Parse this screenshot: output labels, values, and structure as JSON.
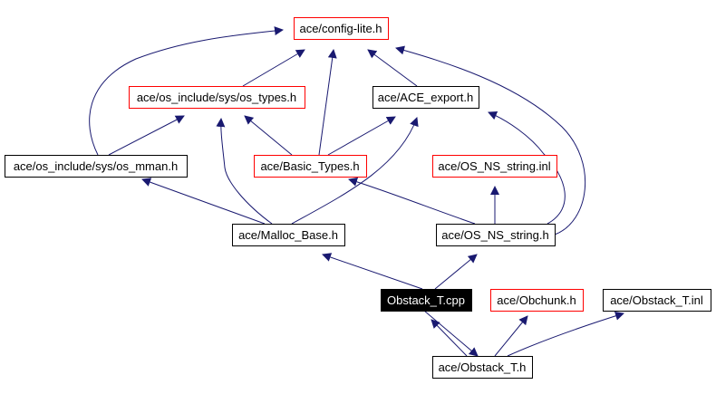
{
  "graph": {
    "colors": {
      "edge": "#191970",
      "node_border_default": "#000000",
      "node_border_unresolved": "#ff0000",
      "node_fill": "#ffffff",
      "root_fill": "#000000",
      "root_text": "#ffffff",
      "text": "#000000"
    },
    "nodes": [
      {
        "id": "config_lite",
        "label": "ace/config-lite.h",
        "style": "red"
      },
      {
        "id": "os_types",
        "label": "ace/os_include/sys/os_types.h",
        "style": "red"
      },
      {
        "id": "ace_export",
        "label": "ace/ACE_export.h",
        "style": "black"
      },
      {
        "id": "os_mman",
        "label": "ace/os_include/sys/os_mman.h",
        "style": "black"
      },
      {
        "id": "basic_types",
        "label": "ace/Basic_Types.h",
        "style": "red"
      },
      {
        "id": "os_ns_string_inl",
        "label": "ace/OS_NS_string.inl",
        "style": "red"
      },
      {
        "id": "malloc_base",
        "label": "ace/Malloc_Base.h",
        "style": "black"
      },
      {
        "id": "os_ns_string_h",
        "label": "ace/OS_NS_string.h",
        "style": "black"
      },
      {
        "id": "obstack_cpp",
        "label": "Obstack_T.cpp",
        "style": "root"
      },
      {
        "id": "obchunk",
        "label": "ace/Obchunk.h",
        "style": "red"
      },
      {
        "id": "obstack_inl",
        "label": "ace/Obstack_T.inl",
        "style": "black"
      },
      {
        "id": "obstack_h",
        "label": "ace/Obstack_T.h",
        "style": "black"
      }
    ],
    "edges": [
      {
        "from": "os_types",
        "to": "config_lite"
      },
      {
        "from": "ace_export",
        "to": "config_lite"
      },
      {
        "from": "os_mman",
        "to": "config_lite"
      },
      {
        "from": "os_mman",
        "to": "os_types"
      },
      {
        "from": "basic_types",
        "to": "config_lite"
      },
      {
        "from": "basic_types",
        "to": "os_types"
      },
      {
        "from": "basic_types",
        "to": "ace_export"
      },
      {
        "from": "malloc_base",
        "to": "os_mman"
      },
      {
        "from": "malloc_base",
        "to": "os_types"
      },
      {
        "from": "malloc_base",
        "to": "ace_export"
      },
      {
        "from": "os_ns_string_h",
        "to": "basic_types"
      },
      {
        "from": "os_ns_string_h",
        "to": "os_ns_string_inl"
      },
      {
        "from": "os_ns_string_h",
        "to": "ace_export"
      },
      {
        "from": "os_ns_string_h",
        "to": "config_lite"
      },
      {
        "from": "obstack_cpp",
        "to": "malloc_base"
      },
      {
        "from": "obstack_cpp",
        "to": "os_ns_string_h"
      },
      {
        "from": "obstack_cpp",
        "to": "obstack_h"
      },
      {
        "from": "obstack_h",
        "to": "obstack_cpp"
      },
      {
        "from": "obstack_h",
        "to": "obchunk"
      },
      {
        "from": "obstack_h",
        "to": "obstack_inl"
      }
    ]
  }
}
